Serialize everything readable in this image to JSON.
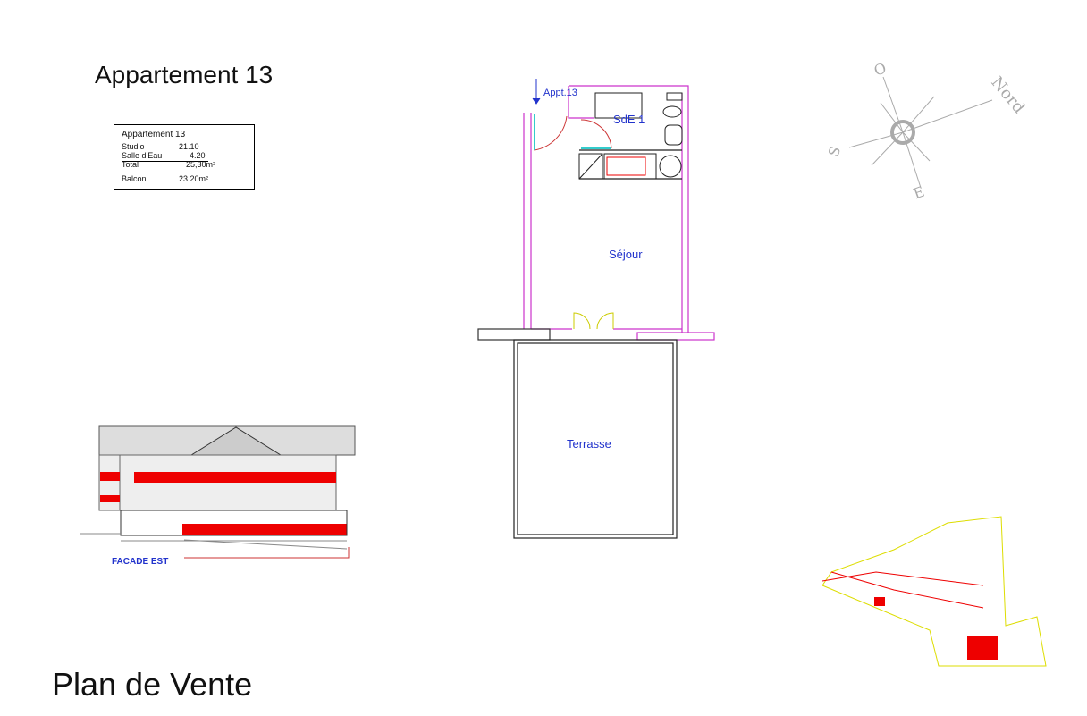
{
  "title": "Appartement 13",
  "footer": "Plan de Vente",
  "area_table": {
    "heading": "Appartement 13",
    "rows": [
      {
        "label": "Studio",
        "value": "21.10"
      },
      {
        "label": "Salle d'Eau",
        "value": "4.20"
      },
      {
        "label": "Total",
        "value": "25,30m²"
      },
      {
        "label": "Balcon",
        "value": "23.20m²"
      }
    ]
  },
  "plan": {
    "entry_label": "Appt.13",
    "rooms": [
      "SdE 1",
      "Séjour",
      "Terrasse"
    ]
  },
  "facade": {
    "label": "FACADE EST"
  },
  "compass": {
    "north": "Nord",
    "west": "O",
    "south": "S",
    "east": "E"
  },
  "colors": {
    "wall": "#cc33cc",
    "label": "#2233cc",
    "red": "#ee0000",
    "window": "#33cccc"
  }
}
